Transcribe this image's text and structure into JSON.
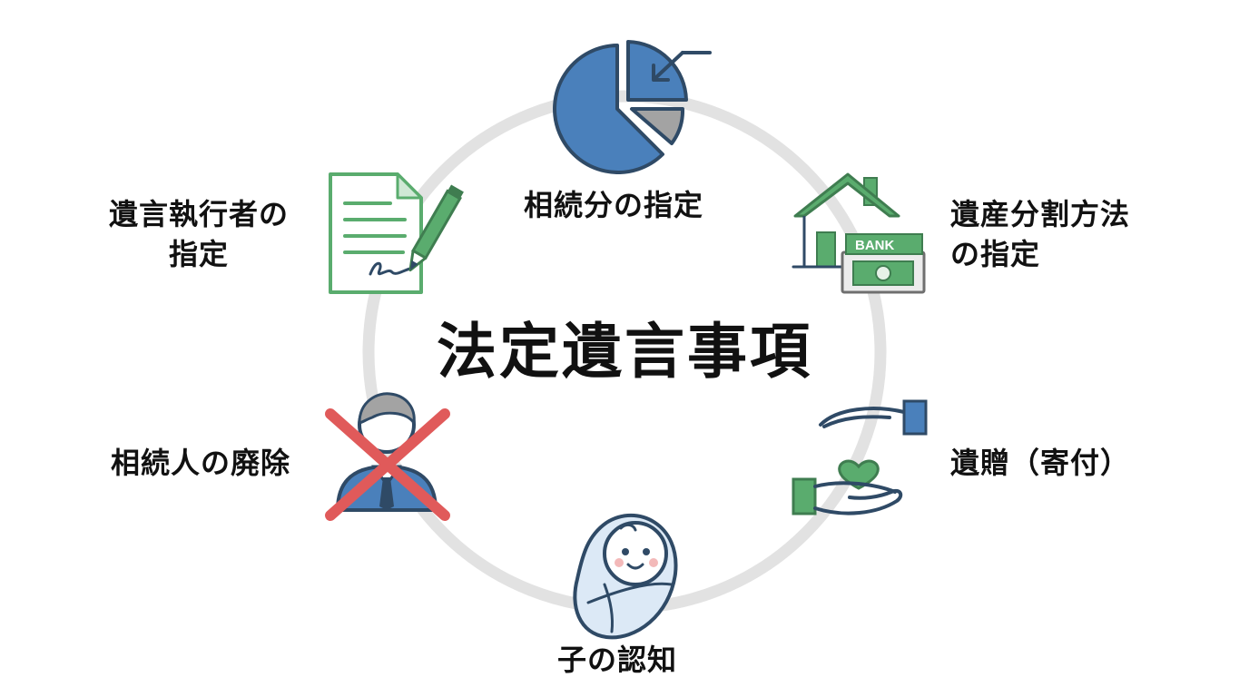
{
  "title": "法定遺言事項",
  "items": {
    "souzokubun": {
      "label": "相続分の指定",
      "icon": "pie-chart-icon"
    },
    "bunkatsu": {
      "label_lines": [
        "遺産分割方法",
        "の指定"
      ],
      "icon": "house-bank-icon",
      "bank_text": "BANK"
    },
    "izou": {
      "label": "遺贈（寄付）",
      "icon": "giving-hands-heart-icon"
    },
    "ninchi": {
      "label": "子の認知",
      "icon": "swaddled-baby-icon"
    },
    "haijo": {
      "label": "相続人の廃除",
      "icon": "crossed-out-person-icon"
    },
    "shikkousha": {
      "label_lines": [
        "遺言執行者の",
        "指定"
      ],
      "icon": "document-pen-icon"
    }
  },
  "colors": {
    "ring": "#e2e2e2",
    "blue": "#4a80bb",
    "navy": "#2f4a66",
    "green": "#5aac6e",
    "gray": "#a3a3a3",
    "red": "#e05a5a",
    "baby": "#dce9f6"
  }
}
